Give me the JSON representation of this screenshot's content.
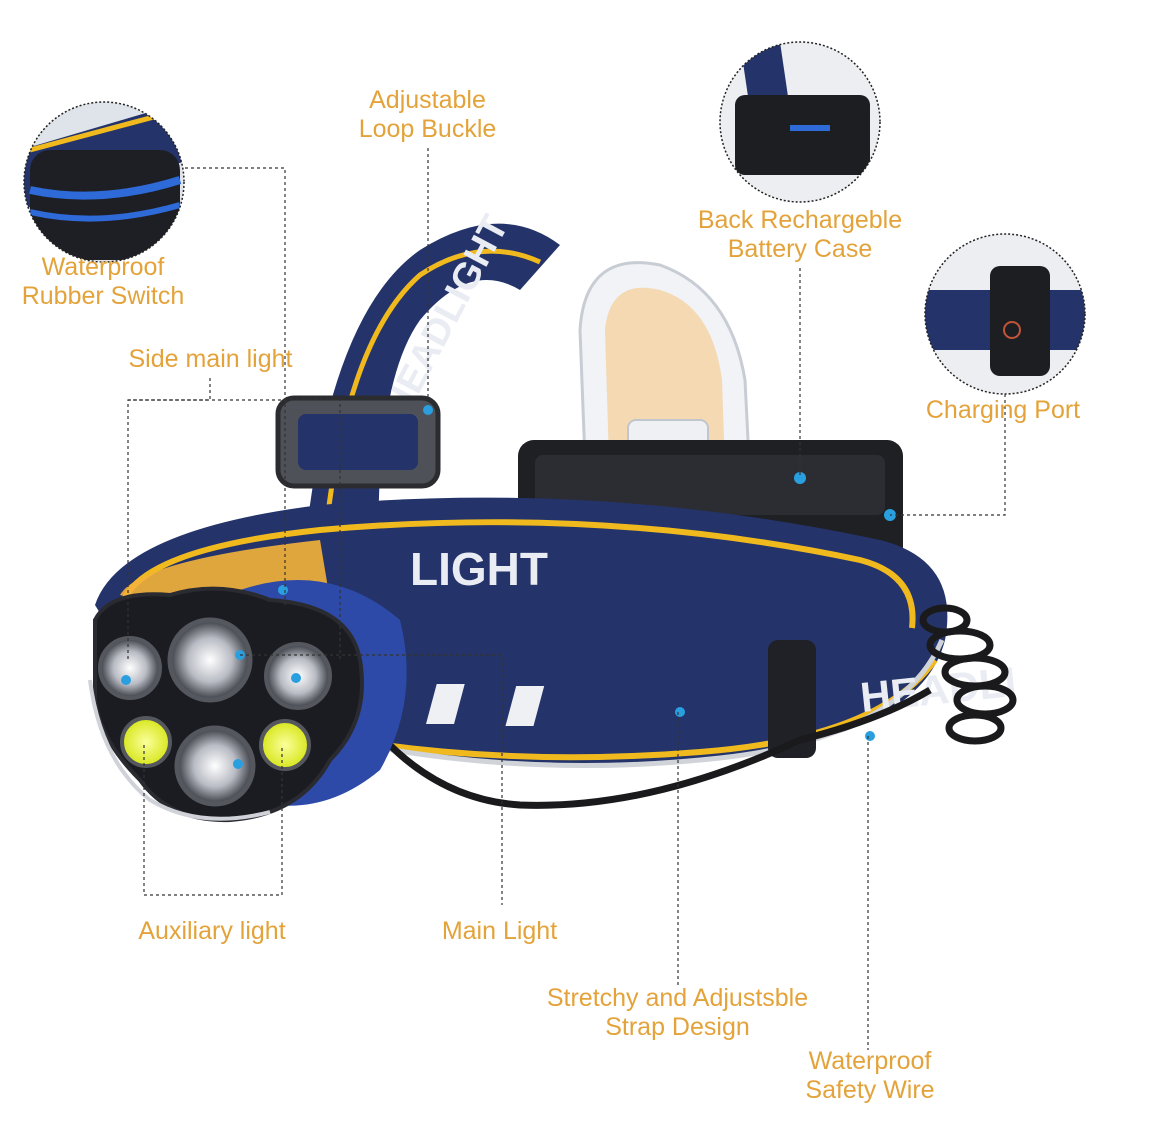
{
  "colors": {
    "label": "#e3a33a",
    "strap_navy": "#24346a",
    "strap_stripe": "#f0b91e",
    "housing": "#1b1c22",
    "accent_blue": "#2f4fb5",
    "leader": "#333333",
    "dot": "#2a9fe0",
    "cob": "#e9f53a"
  },
  "strap_text": [
    "HEADLIGHT",
    "LIGHT",
    "HEADLI"
  ],
  "labels": {
    "loop_buckle": [
      "Adjustable",
      "Loop Buckle"
    ],
    "rubber_switch": [
      "Waterproof",
      "Rubber Switch"
    ],
    "side_main_light": [
      "Side main light"
    ],
    "battery_case": [
      "Back Rechargeble",
      "Battery Case"
    ],
    "charging_port": [
      "Charging Port"
    ],
    "auxiliary_light": [
      "Auxiliary light"
    ],
    "main_light": [
      "Main Light"
    ],
    "strap_design": [
      "Stretchy and Adjustsble",
      "Strap Design"
    ],
    "safety_wire": [
      "Waterproof",
      "Safety Wire"
    ]
  }
}
